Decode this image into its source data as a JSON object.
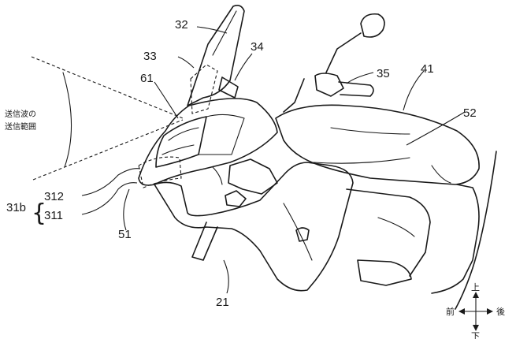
{
  "figure": {
    "labels": {
      "windscreen": "32",
      "sensor": "33",
      "bracket": "34",
      "mirror": "35",
      "tank": "41",
      "frame": "52",
      "range_edge": "61",
      "cowl": "21",
      "light": "51",
      "group": "31b",
      "part_upper": "312",
      "part_lower": "311"
    },
    "range_note": [
      "送信波の",
      "送信範囲"
    ],
    "directions": {
      "up": "上",
      "down": "下",
      "front": "前",
      "rear": "後"
    }
  }
}
